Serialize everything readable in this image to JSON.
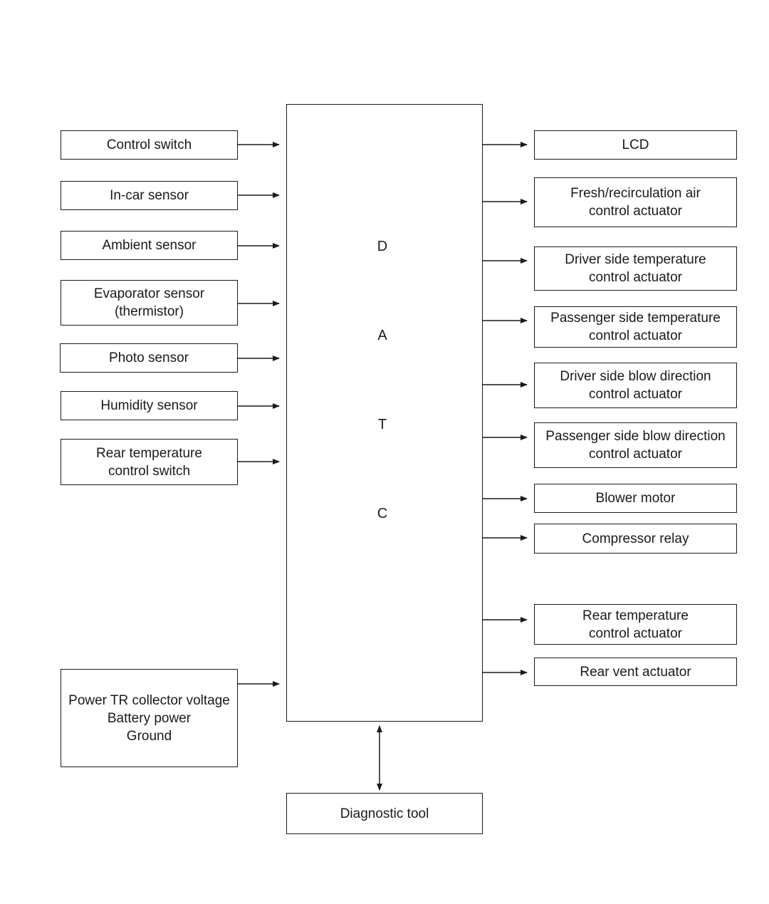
{
  "controller": {
    "letters": [
      "D",
      "A",
      "T",
      "C"
    ]
  },
  "inputs": [
    {
      "id": "control-switch",
      "label": "Control switch"
    },
    {
      "id": "in-car-sensor",
      "label": "In-car sensor"
    },
    {
      "id": "ambient-sensor",
      "label": "Ambient sensor"
    },
    {
      "id": "evaporator-sensor",
      "label": "Evaporator sensor\n(thermistor)"
    },
    {
      "id": "photo-sensor",
      "label": "Photo sensor"
    },
    {
      "id": "humidity-sensor",
      "label": "Humidity sensor"
    },
    {
      "id": "rear-temperature-control-switch",
      "label": "Rear temperature\ncontrol switch"
    },
    {
      "id": "power-inputs",
      "label": "Power TR collector voltage\nBattery power\nGround"
    }
  ],
  "outputs": [
    {
      "id": "lcd",
      "label": "LCD"
    },
    {
      "id": "fresh-recirculation-actuator",
      "label": "Fresh/recirculation air\ncontrol actuator"
    },
    {
      "id": "driver-temperature-actuator",
      "label": "Driver side temperature\ncontrol actuator"
    },
    {
      "id": "passenger-temperature-actuator",
      "label": "Passenger side temperature\ncontrol actuator"
    },
    {
      "id": "driver-blow-direction-actuator",
      "label": "Driver side blow direction\ncontrol actuator"
    },
    {
      "id": "passenger-blow-direction-actuator",
      "label": "Passenger side blow direction\ncontrol actuator"
    },
    {
      "id": "blower-motor",
      "label": "Blower motor"
    },
    {
      "id": "compressor-relay",
      "label": "Compressor relay"
    },
    {
      "id": "rear-temperature-actuator",
      "label": "Rear temperature\ncontrol actuator"
    },
    {
      "id": "rear-vent-actuator",
      "label": "Rear vent actuator"
    }
  ],
  "diagnostic": {
    "label": "Diagnostic tool"
  }
}
